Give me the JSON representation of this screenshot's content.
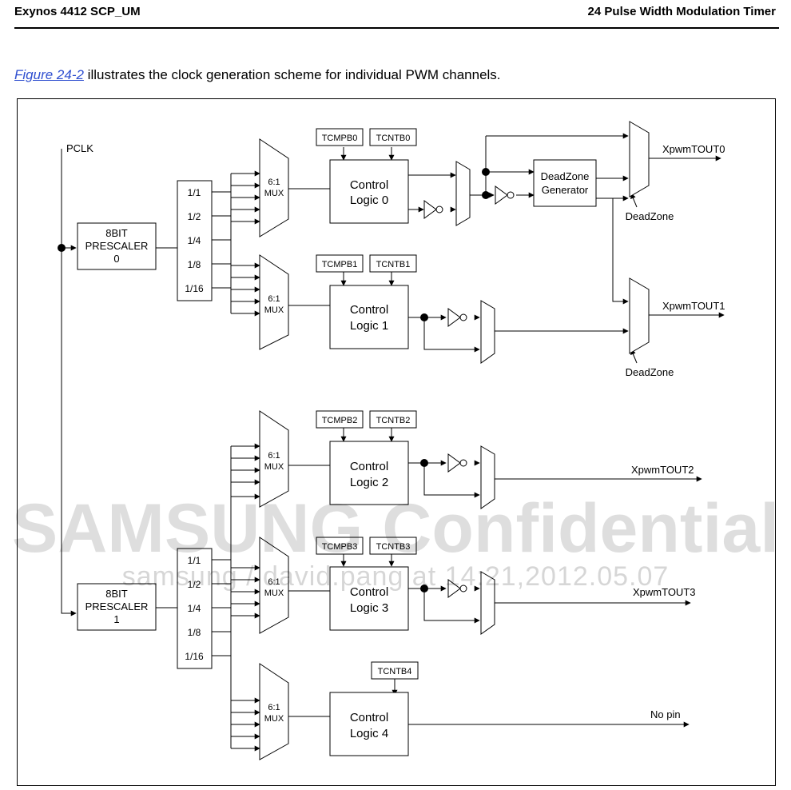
{
  "header": {
    "left": "Exynos 4412 SCP_UM",
    "right": "24 Pulse Width Modulation Timer"
  },
  "intro": {
    "link_text": "Figure 24-2",
    "rest": " illustrates the clock generation scheme for individual PWM channels."
  },
  "watermark": {
    "line1": "SAMSUNG Confidential",
    "line2": "samsung / david.pang at 14:21,2012.05.07"
  },
  "diagram": {
    "pclk": "PCLK",
    "prescaler0": [
      "8BIT",
      "PRESCALER",
      "0"
    ],
    "prescaler1": [
      "8BIT",
      "PRESCALER",
      "1"
    ],
    "dividers": [
      "1/1",
      "1/2",
      "1/4",
      "1/8",
      "1/16"
    ],
    "mux": [
      "6:1",
      "MUX"
    ],
    "control": [
      "Control",
      "Logic 0",
      "Logic 1",
      "Logic 2",
      "Logic 3",
      "Logic 4"
    ],
    "registers": [
      "TCMPB0",
      "TCNTB0",
      "TCMPB1",
      "TCNTB1",
      "TCMPB2",
      "TCNTB2",
      "TCMPB3",
      "TCNTB3",
      "TCNTB4"
    ],
    "deadzone_gen": [
      "DeadZone",
      "Generator"
    ],
    "deadzone": "DeadZone",
    "outputs": [
      "XpwmTOUT0",
      "XpwmTOUT1",
      "XpwmTOUT2",
      "XpwmTOUT3",
      "No pin"
    ]
  }
}
